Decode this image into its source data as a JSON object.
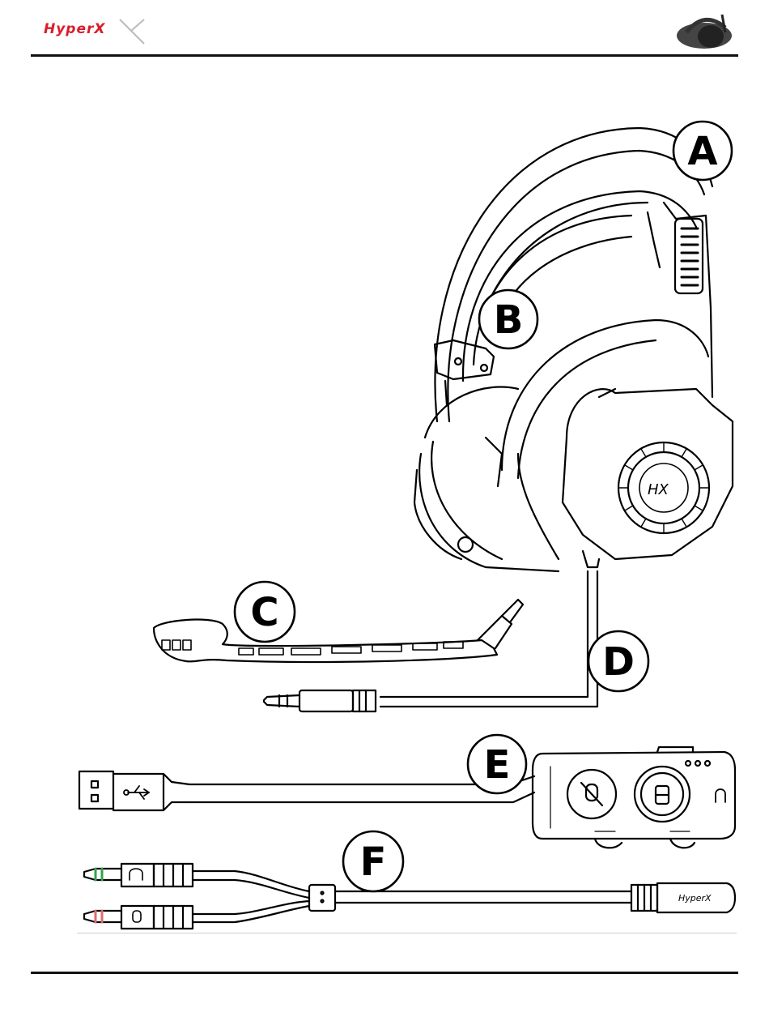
{
  "header": {
    "brand": "HyperX",
    "brand_color": "#d81e2a",
    "thumbnail_icon": "headset-icon"
  },
  "callouts": [
    {
      "letter": "A"
    },
    {
      "letter": "B"
    },
    {
      "letter": "C"
    },
    {
      "letter": "D"
    },
    {
      "letter": "E"
    },
    {
      "letter": "F"
    }
  ],
  "icons": [
    "usb-icon",
    "mic-mute-icon",
    "volume-icon",
    "headphone-icon",
    "headphone-plug-icon",
    "mic-plug-icon"
  ]
}
